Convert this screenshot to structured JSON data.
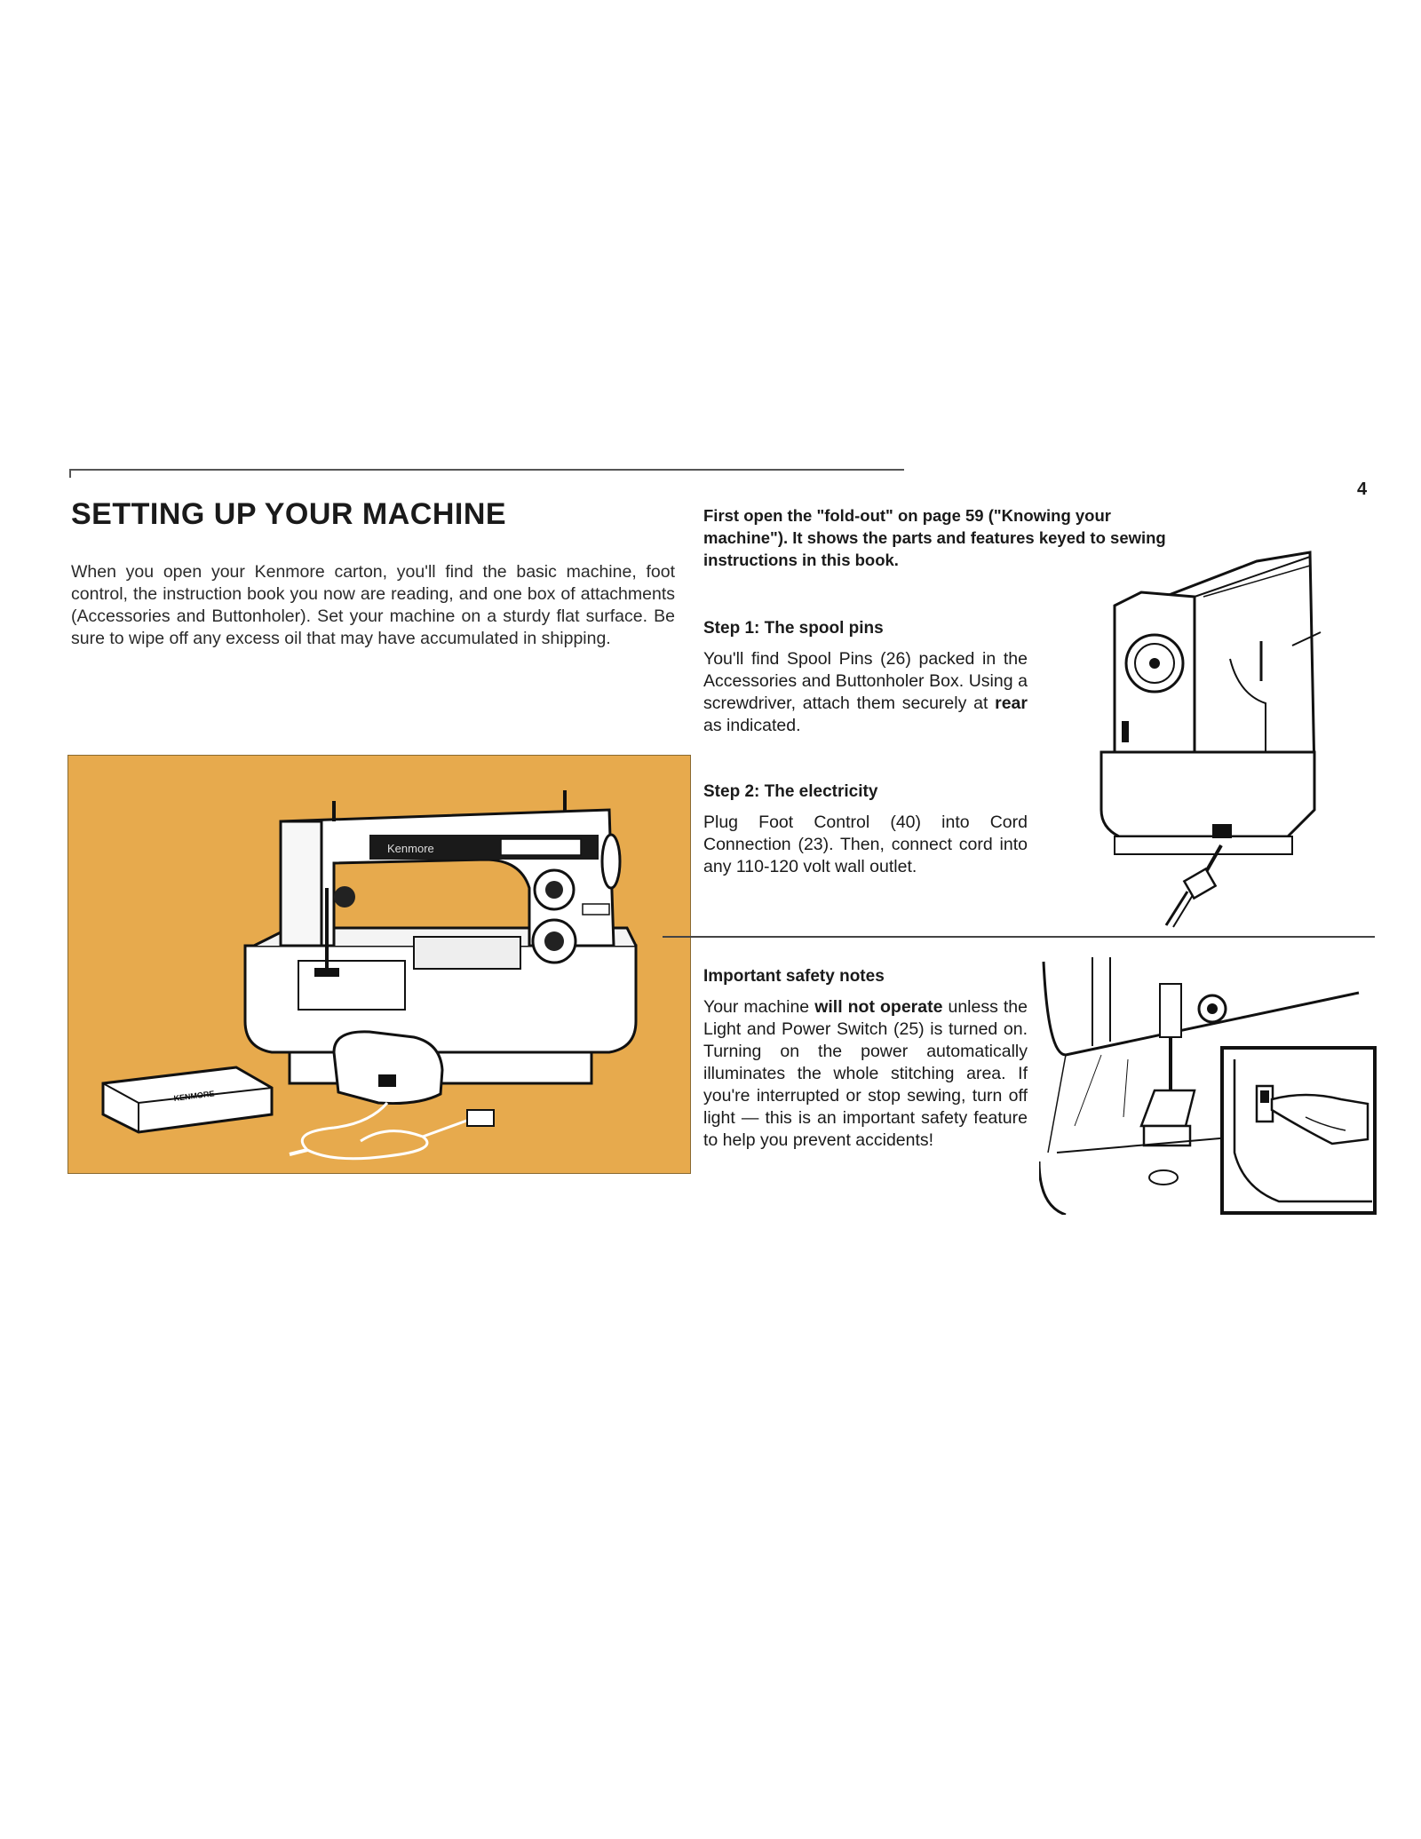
{
  "page": {
    "number": "4"
  },
  "heading": "SETTING UP YOUR MACHINE",
  "intro": "When you open your Kenmore carton, you'll find the basic machine, foot control, the instruction book you now are reading, and one box of attachments (Accessories and Buttonholer). Set your machine on a sturdy flat surface. Be sure to wipe off any excess oil that may have accumulated in shipping.",
  "fold_out_note": "First open the \"fold-out\" on page 59 (\"Knowing your machine\"). It shows the parts and features keyed to sewing instructions in this book.",
  "steps": [
    {
      "title": "Step 1:  The spool pins",
      "body": "You'll find Spool Pins (26) packed in the Accessories and Buttonholer Box. Using a screwdriver, attach them securely at",
      "bold": "rear",
      "tail": "as indicated."
    },
    {
      "title": "Step 2:  The electricity",
      "body": "Plug Foot Control (40) into Cord Connection (23). Then, connect cord into any 110-120 volt wall outlet."
    }
  ],
  "safety": {
    "title": "Important safety notes",
    "body_a": "Your machine",
    "body_bold": "will not operate",
    "body_b": "unless the Light and Power Switch (25) is turned on. Turning on the power automatically illuminates the whole stitching area. If you're interrupted or stop sewing, turn off light — this is an important safety feature to help you prevent accidents!"
  },
  "illustrations": {
    "brand_label": "Kenmore",
    "box_label": "KENMORE",
    "panel_color": "#e7aa4d"
  }
}
